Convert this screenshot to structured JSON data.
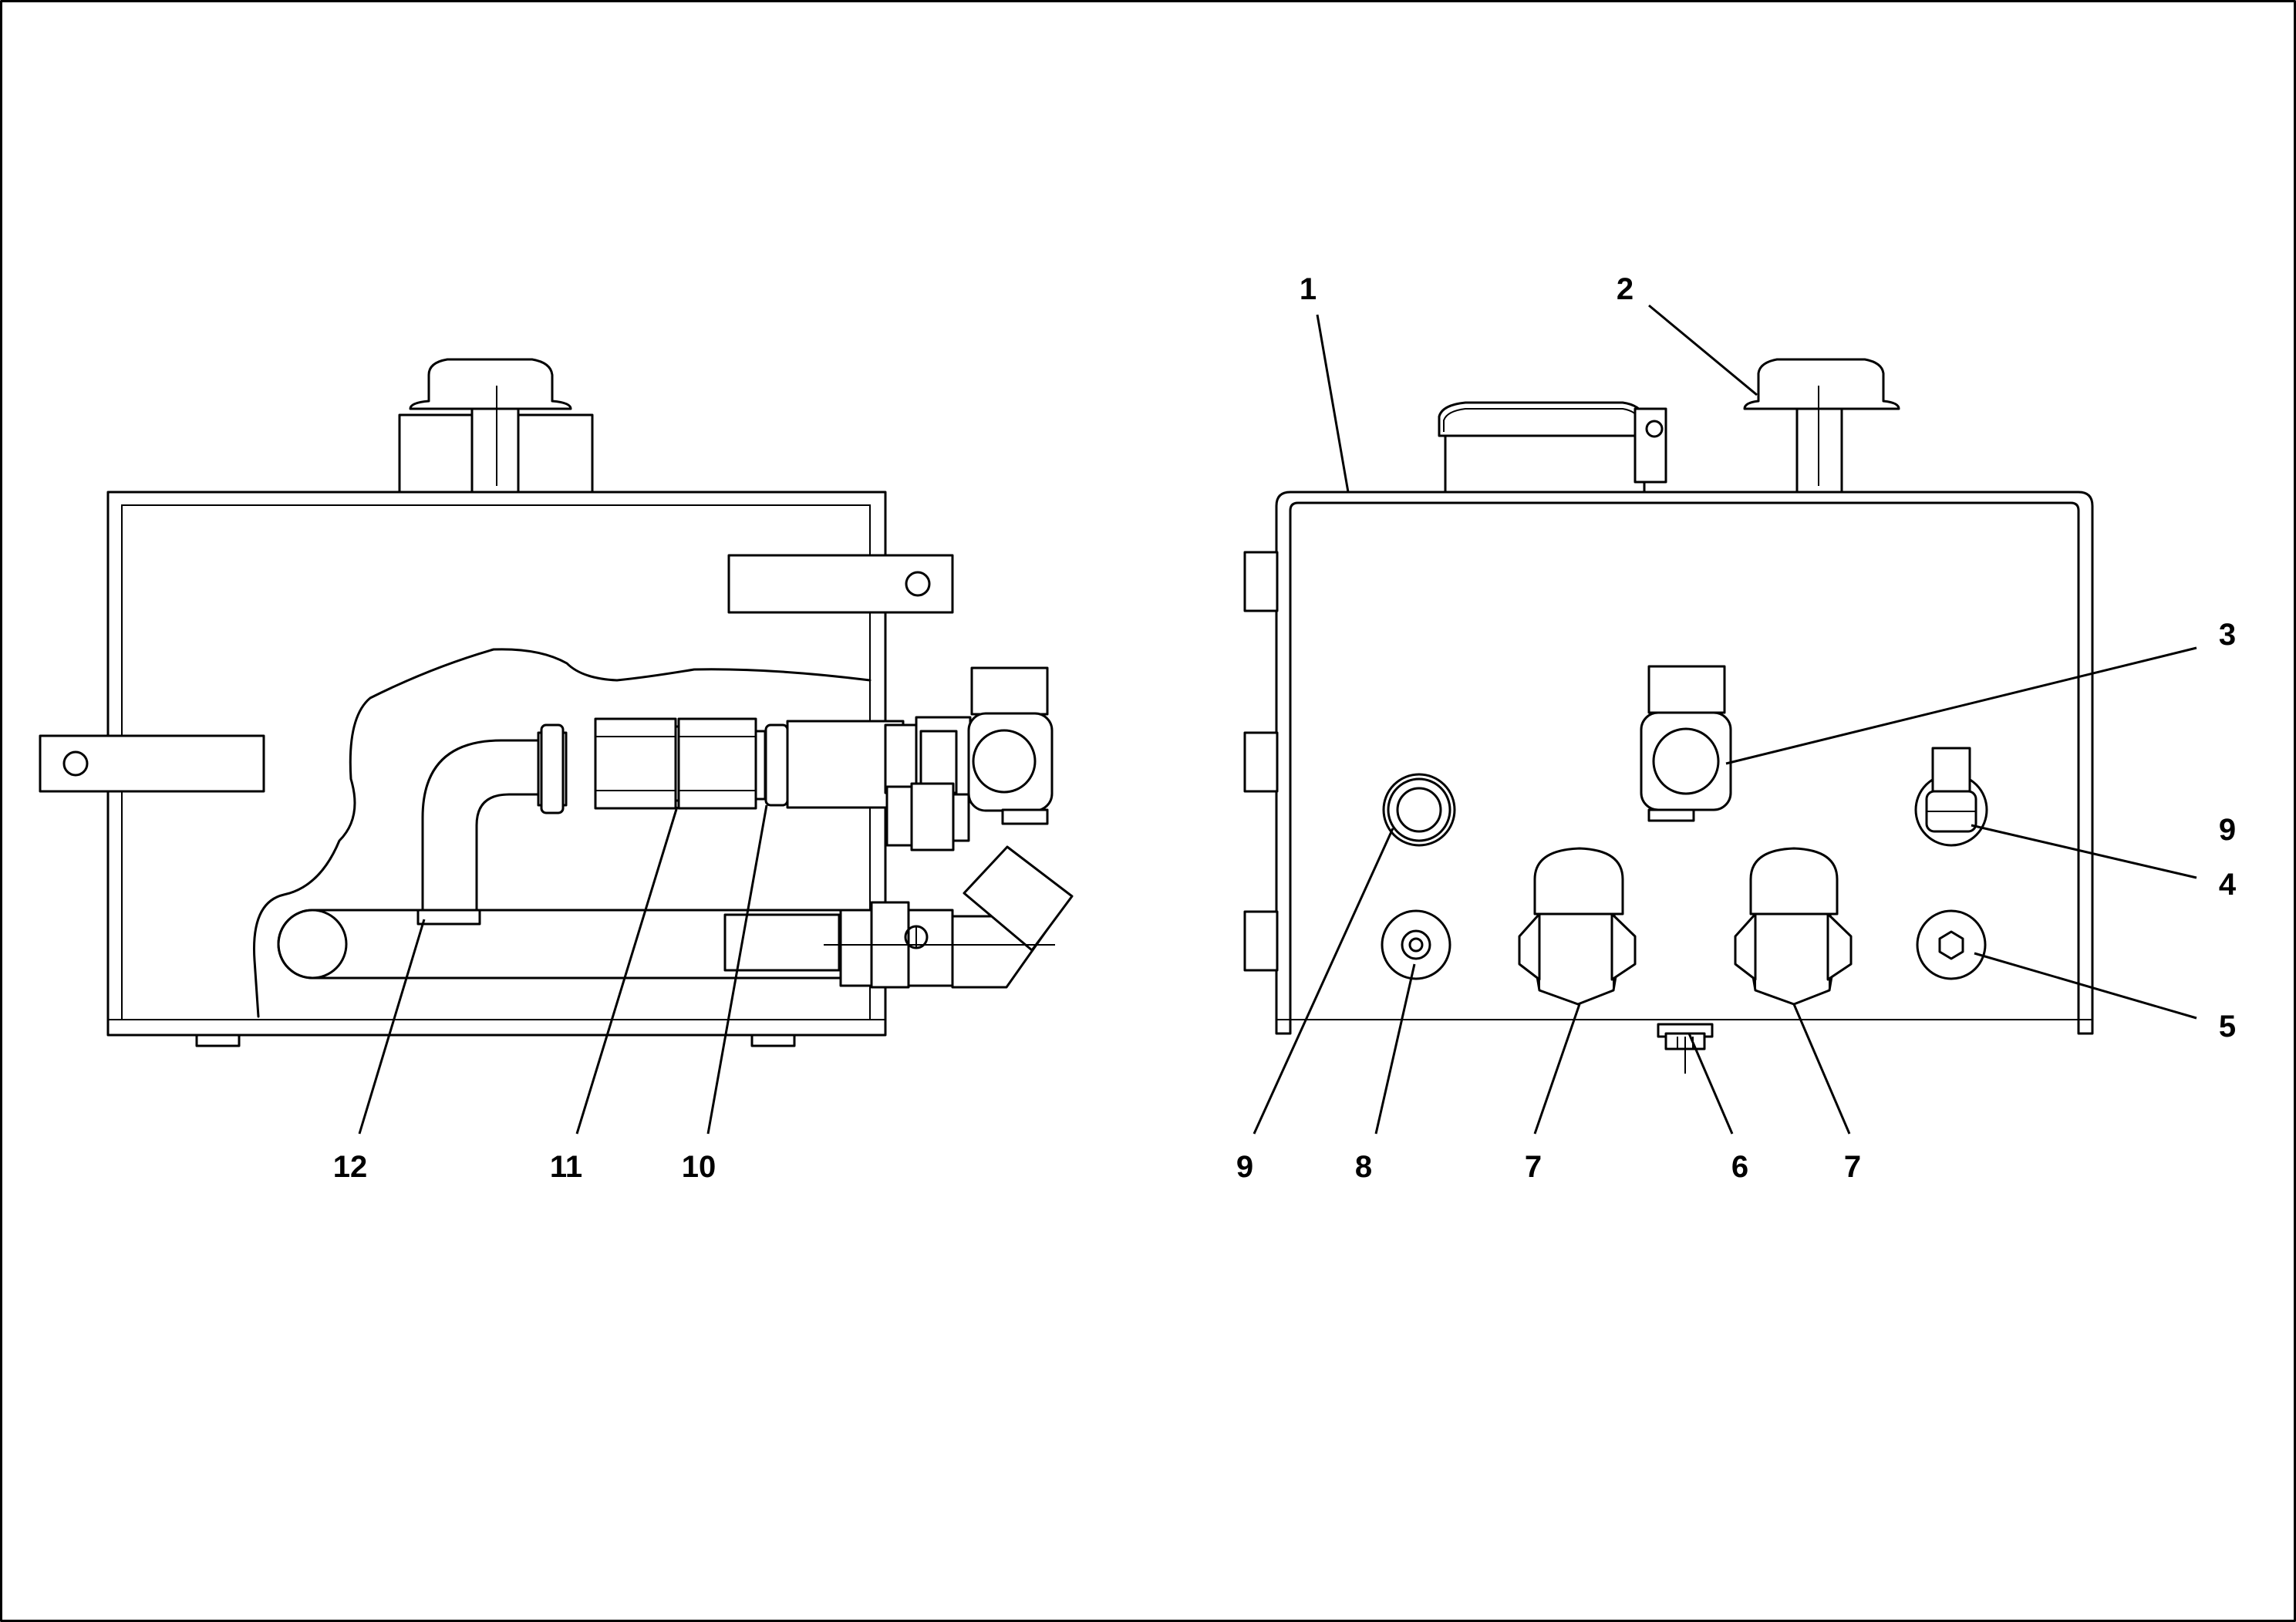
{
  "callouts": {
    "c1": "1",
    "c2": "2",
    "c3": "3",
    "c4": "4",
    "c5": "5",
    "c6": "6",
    "c7a": "7",
    "c7b": "7",
    "c8": "8",
    "c9a": "9",
    "c9b": "9",
    "c10": "10",
    "c11": "11",
    "c12": "12"
  }
}
